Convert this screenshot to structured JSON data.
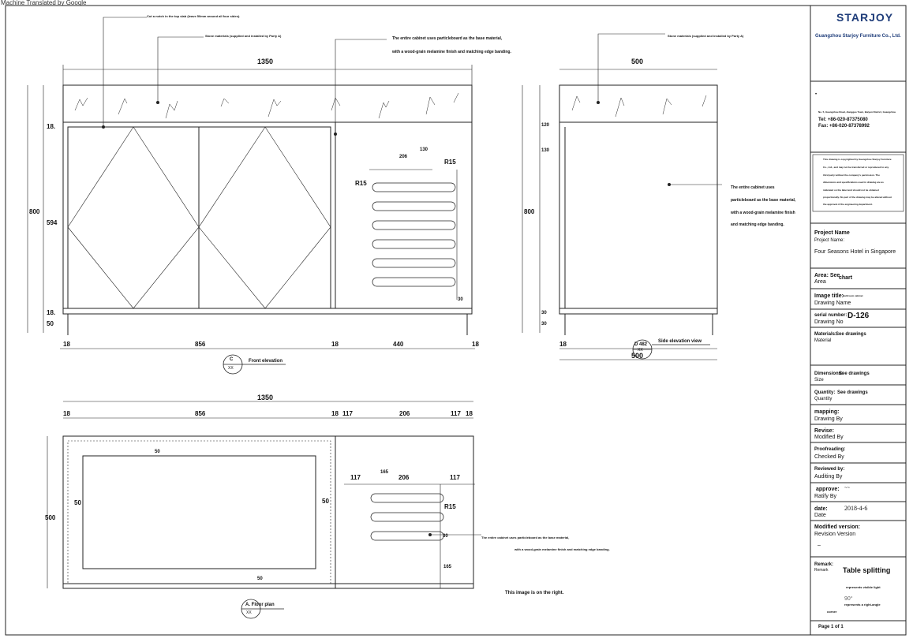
{
  "watermark": "Machine Translated by Google",
  "notes": {
    "notch": "Cut a notch in the top slab (leave 50mm around all four sides).",
    "stone_front": "Stone materials (supplied and installed by Party A)",
    "stone_side": "Stone materials (supplied and installed by Party A)",
    "base_front_1": "The entire cabinet uses particleboard as the base material,",
    "base_front_2": "with a wood-grain melamine finish and matching edge banding.",
    "base_side_1": "The entire cabinet uses",
    "base_side_2": "particleboard as the base material,",
    "base_side_3": "with a wood-grain melamine finish",
    "base_side_4": "and matching edge banding.",
    "base_plan_1": "The entire cabinet uses particleboard as the base material,",
    "base_plan_2": "with a wood-grain melamine finish and matching edge banding.",
    "right_note": "This image is on the right."
  },
  "front": {
    "title": "Front elevation",
    "marker_top": "C",
    "marker_bottom": "XX",
    "dims": {
      "width": "1350",
      "height": "800",
      "door_h": "594",
      "top_18": "18.",
      "bot_18": "18.",
      "base_50": "50",
      "w18a": "18",
      "w856": "856",
      "w18b": "18",
      "w440": "440",
      "w18c": "18",
      "slot_w": "206",
      "slot_top": "130",
      "r_right": "R15",
      "r_left": "R15",
      "slot_bottom": "30"
    }
  },
  "side": {
    "title": "Side elevation view",
    "marker_top": "D 482",
    "marker_bottom": "XX",
    "dims": {
      "width_top": "500",
      "width_bottom": "500",
      "height": "800",
      "d120": "120",
      "d130": "130",
      "d30a": "30",
      "d30b": "30",
      "d18": "18"
    }
  },
  "plan": {
    "title": "A. Floor plan",
    "marker_bottom": "XX",
    "dims": {
      "width": "1350",
      "depth": "500",
      "w18a": "18",
      "w856": "856",
      "w18b": "18",
      "w117a": "117",
      "w206": "206",
      "w117b": "117",
      "w18c": "18",
      "in50_top": "50",
      "in50_left": "50",
      "in50_right": "50",
      "in50_bottom": "50",
      "s117a": "117",
      "s206": "206",
      "s117b": "117",
      "s165a": "165",
      "s165b": "165",
      "r15": "R15",
      "s30": "30"
    }
  },
  "title_block": {
    "logo": "STARJOY",
    "company": "Guangzhou Starjoy Furniture Co., Ltd.",
    "bullet": "•",
    "address": "No. 5, Guangzhou Road, Jianggao Town, Baiyun District, Guangzhou",
    "tel": "Tel: +86-020-87375080",
    "fax": "Fax: +86-020-87378992",
    "copyright": [
      "This drawing is copyrighted by Guangzhou Starjoy Furniture",
      "Co., Ltd., and may not be transferred or reproduced to any",
      "third party without the company's permission. The",
      "dimensions and specifications used in drawing are as",
      "indicated on the label and should not be obtained",
      "proportionally. No part of the drawing may be altered without",
      "the approval of the engineering department."
    ],
    "project_label": "Project Name",
    "project_sub": "Project Name:",
    "project_value": "Four Seasons Hotel in Singapore",
    "area_label": "Area: See",
    "area_sub": "Area",
    "area_value": "chart",
    "image_label": "Image title:",
    "image_sub": "Drawing Name",
    "image_value": "Bathroom cabinet",
    "serial_label": "serial number:",
    "serial_sub": "Drawing No",
    "serial_value": "D-126",
    "materials_label": "Materials:",
    "materials_sub": "Material",
    "materials_value": "See drawings",
    "dimensions_label": "Dimensions:",
    "dimensions_sub": "Size",
    "dimensions_value": "See drawings",
    "quantity_label": "Quantity:",
    "quantity_sub": "Quantity",
    "quantity_value": "See drawings",
    "mapping_label": "mapping:",
    "mapping_sub": "Drawing By",
    "revise_label": "Revise:",
    "revise_sub": "Modified By",
    "proof_label": "Proofreading:",
    "proof_sub": "Checked By",
    "reviewed_label": "Reviewed by:",
    "reviewed_sub": "Auditing By",
    "approve_label": "approve:",
    "approve_sub": "Ratify By",
    "approve_value": "~~",
    "date_label": "date:",
    "date_sub": "Date",
    "date_value": "2018-4-6",
    "modver_label": "Modified version:",
    "modver_sub": "Revision Version",
    "modver_value": "–",
    "remark_label": "Remark:",
    "remark_sub": "Remark",
    "remark_value": "Table splitting",
    "legend1": "represents visible light",
    "legend2": "represents a right-angle",
    "legend3": "corner",
    "legend_deg": "90°",
    "page": "Page 1 of 1"
  },
  "colors": {
    "line": "#222222",
    "thin": "#555555",
    "paper": "#ffffff"
  }
}
